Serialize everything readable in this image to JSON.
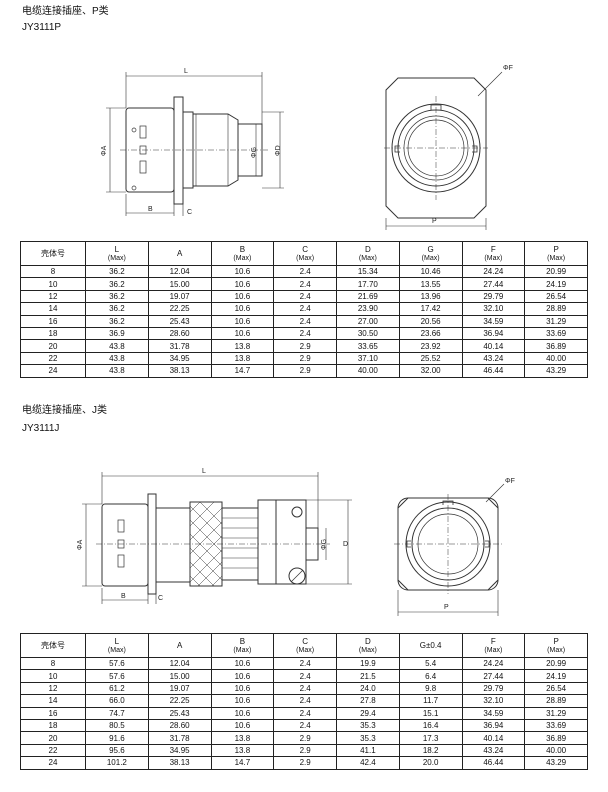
{
  "sections": [
    {
      "title": "电缆连接插座、P类",
      "code": "JY3111P",
      "dims": {
        "L": "L",
        "A": "ΦA",
        "B": "B",
        "C": "C",
        "D": "ΦD",
        "G": "ΦG",
        "F": "ΦF",
        "P": "P"
      },
      "table": {
        "headers": [
          {
            "label": "壳体号",
            "sub": ""
          },
          {
            "label": "L",
            "sub": "(Max)"
          },
          {
            "label": "A",
            "sub": ""
          },
          {
            "label": "B",
            "sub": "(Max)"
          },
          {
            "label": "C",
            "sub": "(Max)"
          },
          {
            "label": "D",
            "sub": "(Max)"
          },
          {
            "label": "G",
            "sub": "(Max)"
          },
          {
            "label": "F",
            "sub": "(Max)"
          },
          {
            "label": "P",
            "sub": "(Max)"
          }
        ],
        "rows": [
          [
            "8",
            "36.2",
            "12.04",
            "10.6",
            "2.4",
            "15.34",
            "10.46",
            "24.24",
            "20.99"
          ],
          [
            "10",
            "36.2",
            "15.00",
            "10.6",
            "2.4",
            "17.70",
            "13.55",
            "27.44",
            "24.19"
          ],
          [
            "12",
            "36.2",
            "19.07",
            "10.6",
            "2.4",
            "21.69",
            "13.96",
            "29.79",
            "26.54"
          ],
          [
            "14",
            "36.2",
            "22.25",
            "10.6",
            "2.4",
            "23.90",
            "17.42",
            "32.10",
            "28.89"
          ],
          [
            "16",
            "36.2",
            "25.43",
            "10.6",
            "2.4",
            "27.00",
            "20.56",
            "34.59",
            "31.29"
          ],
          [
            "18",
            "36.9",
            "28.60",
            "10.6",
            "2.4",
            "30.50",
            "23.66",
            "36.94",
            "33.69"
          ],
          [
            "20",
            "43.8",
            "31.78",
            "13.8",
            "2.9",
            "33.65",
            "23.92",
            "40.14",
            "36.89"
          ],
          [
            "22",
            "43.8",
            "34.95",
            "13.8",
            "2.9",
            "37.10",
            "25.52",
            "43.24",
            "40.00"
          ],
          [
            "24",
            "43.8",
            "38.13",
            "14.7",
            "2.9",
            "40.00",
            "32.00",
            "46.44",
            "43.29"
          ]
        ]
      }
    },
    {
      "title": "电缆连接插座、J类",
      "code": "JY3111J",
      "dims": {
        "L": "L",
        "A": "ΦA",
        "B": "B",
        "C": "C",
        "D": "D",
        "G": "ΦG",
        "F": "ΦF",
        "P": "P"
      },
      "table": {
        "headers": [
          {
            "label": "壳体号",
            "sub": ""
          },
          {
            "label": "L",
            "sub": "(Max)"
          },
          {
            "label": "A",
            "sub": ""
          },
          {
            "label": "B",
            "sub": "(Max)"
          },
          {
            "label": "C",
            "sub": "(Max)"
          },
          {
            "label": "D",
            "sub": "(Max)"
          },
          {
            "label": "G±0.4",
            "sub": ""
          },
          {
            "label": "F",
            "sub": "(Max)"
          },
          {
            "label": "P",
            "sub": "(Max)"
          }
        ],
        "rows": [
          [
            "8",
            "57.6",
            "12.04",
            "10.6",
            "2.4",
            "19.9",
            "5.4",
            "24.24",
            "20.99"
          ],
          [
            "10",
            "57.6",
            "15.00",
            "10.6",
            "2.4",
            "21.5",
            "6.4",
            "27.44",
            "24.19"
          ],
          [
            "12",
            "61.2",
            "19.07",
            "10.6",
            "2.4",
            "24.0",
            "9.8",
            "29.79",
            "26.54"
          ],
          [
            "14",
            "66.0",
            "22.25",
            "10.6",
            "2.4",
            "27.8",
            "11.7",
            "32.10",
            "28.89"
          ],
          [
            "16",
            "74.7",
            "25.43",
            "10.6",
            "2.4",
            "29.4",
            "15.1",
            "34.59",
            "31.29"
          ],
          [
            "18",
            "80.5",
            "28.60",
            "10.6",
            "2.4",
            "35.3",
            "16.4",
            "36.94",
            "33.69"
          ],
          [
            "20",
            "91.6",
            "31.78",
            "13.8",
            "2.9",
            "35.3",
            "17.3",
            "40.14",
            "36.89"
          ],
          [
            "22",
            "95.6",
            "34.95",
            "13.8",
            "2.9",
            "41.1",
            "18.2",
            "43.24",
            "40.00"
          ],
          [
            "24",
            "101.2",
            "38.13",
            "14.7",
            "2.9",
            "42.4",
            "20.0",
            "46.44",
            "43.29"
          ]
        ]
      }
    }
  ]
}
